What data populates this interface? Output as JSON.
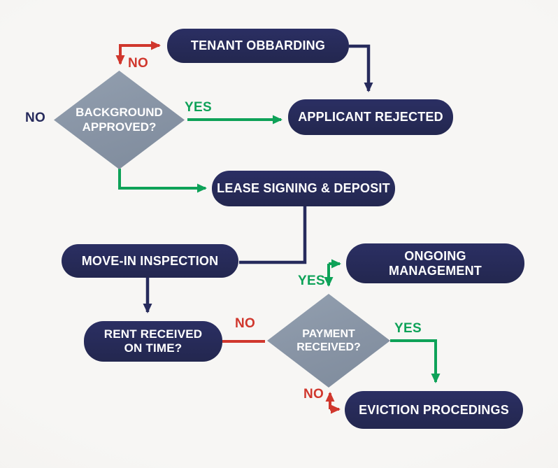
{
  "palette": {
    "navy": "#272b5c",
    "gray": "#8b96a6",
    "green": "#0ea258",
    "red": "#d0372d",
    "bg": "#f5f4f1",
    "node_text": "#ffffff"
  },
  "nodes": {
    "tenant": {
      "label": "TENANT OBBARDING"
    },
    "background": {
      "label": "BACKGROUND\nAPPROVED?"
    },
    "applicant": {
      "label": "APPLICANT REJECTED"
    },
    "lease": {
      "label": "LEASE SIGNING & DEPOSIT"
    },
    "movein": {
      "label": "MOVE-IN INSPECTION"
    },
    "rent": {
      "label": "RENT RECEIVED\nON TIME?"
    },
    "payment": {
      "label": "PAYMENT\nRECEIVED?"
    },
    "ongoing": {
      "label": "ONGOING\nMANAGEMENT"
    },
    "eviction": {
      "label": "EVICTION PROCEDINGS"
    }
  },
  "edge_labels": {
    "no_background_top": "NO",
    "no_background_left": "NO",
    "yes_background_right": "YES",
    "no_rent_right": "NO",
    "yes_payment_top": "YES",
    "yes_payment_right": "YES",
    "no_payment_bottom": "NO"
  }
}
